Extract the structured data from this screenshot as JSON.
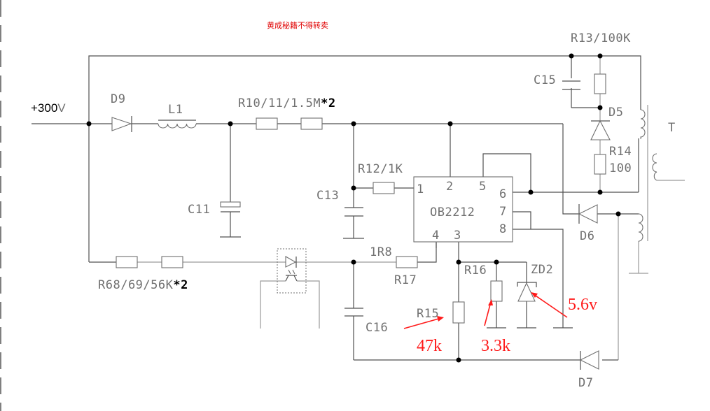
{
  "watermark": "黄成秘籍不得转卖",
  "input": {
    "label": "+300",
    "unit": "V"
  },
  "components": {
    "D9": "D9",
    "L1": "L1",
    "R10_11": "R10/11/1.5M",
    "R10_11_mult": "*2",
    "R13": "R13/100K",
    "C15": "C15",
    "D5": "D5",
    "T": "T",
    "R14_name": "R14",
    "R14_value": "100",
    "C11": "C11",
    "R12": "R12/1K",
    "C13": "C13",
    "ic_name": "OB2212",
    "ic_pins": [
      "1",
      "2",
      "5",
      "6",
      "7",
      "8",
      "4",
      "3"
    ],
    "D6": "D6",
    "R68_69": "R68/69/56K",
    "R68_69_mult": "*2",
    "R8_top": "1R8",
    "R17": "R17",
    "R16": "R16",
    "ZD2": "ZD2",
    "C16": "C16",
    "R15": "R15",
    "D7": "D7"
  },
  "annotations": {
    "R15_value": "47k",
    "R16_value": "3.3k",
    "ZD2_value": "5.6v",
    "color": "#ff1a1a"
  }
}
